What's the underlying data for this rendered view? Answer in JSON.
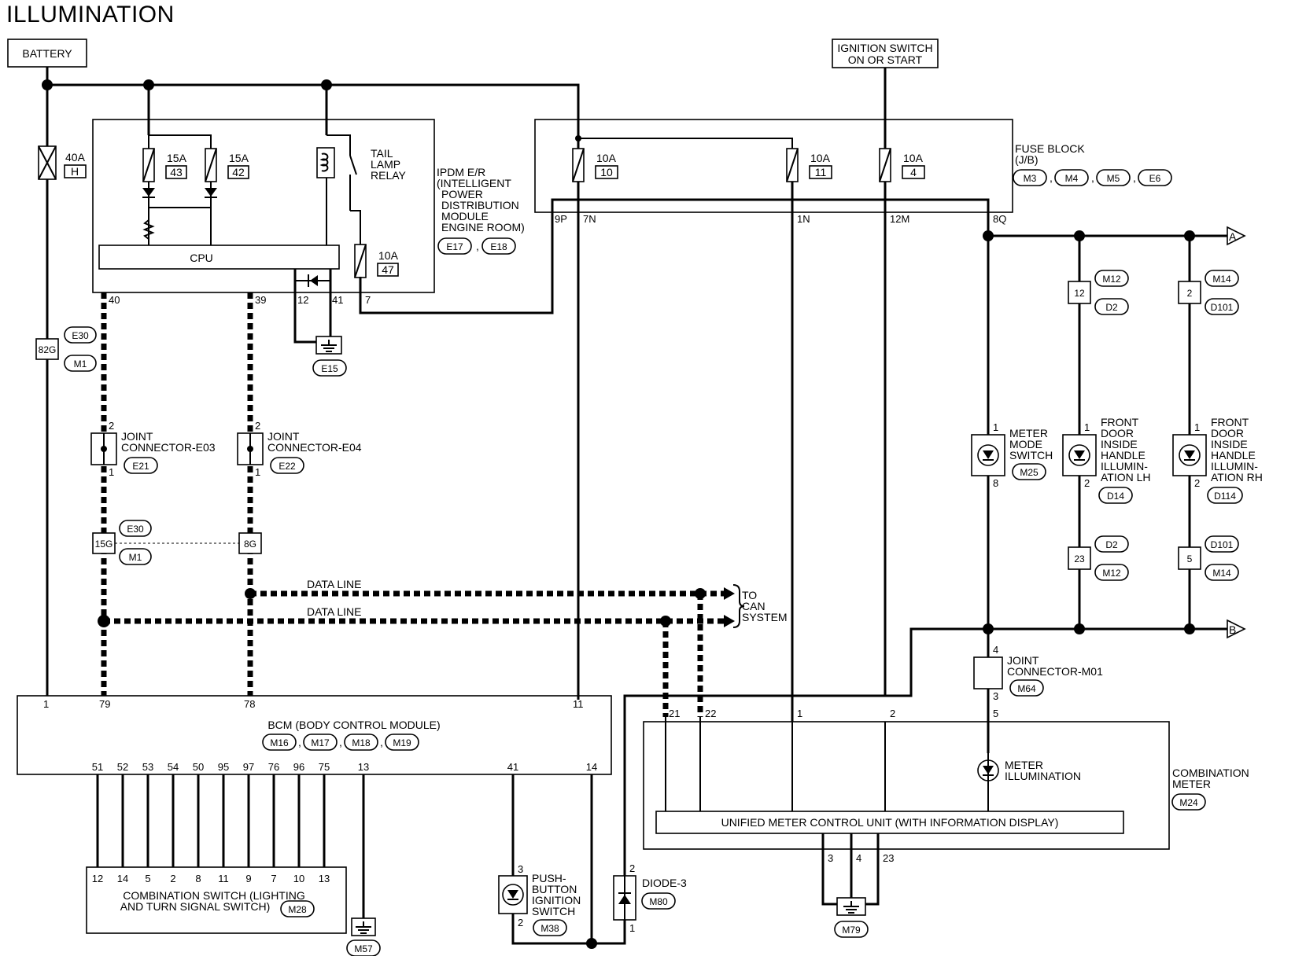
{
  "title": "ILLUMINATION",
  "battery": "BATTERY",
  "ignition": [
    "IGNITION SWITCH",
    "ON OR START"
  ],
  "fusible_link": {
    "amp": "40A",
    "id": "H"
  },
  "ipdm": {
    "fuse1": {
      "amp": "15A",
      "id": "43"
    },
    "fuse2": {
      "amp": "15A",
      "id": "42"
    },
    "fuse3": {
      "amp": "10A",
      "id": "47"
    },
    "relay": [
      "TAIL",
      "LAMP",
      "RELAY"
    ],
    "cpu": "CPU",
    "name": [
      "IPDM E/R",
      "(INTELLIGENT",
      "POWER",
      "DISTRIBUTION",
      "MODULE",
      "ENGINE ROOM)"
    ],
    "conn1": "E17",
    "sep": ",",
    "conn2": "E18",
    "pins": [
      "40",
      "39",
      "12",
      "41",
      "7"
    ],
    "ground": "E15"
  },
  "fuse_block": {
    "fuses": [
      {
        "amp": "10A",
        "id": "10"
      },
      {
        "amp": "10A",
        "id": "11"
      },
      {
        "amp": "10A",
        "id": "4"
      }
    ],
    "name": [
      "FUSE BLOCK",
      "(J/B)"
    ],
    "conns": [
      "M3",
      "M4",
      "M5",
      "E6"
    ],
    "pins": [
      "9P",
      "7N",
      "1N",
      "12M",
      "8Q"
    ]
  },
  "conn_82g": {
    "pin": "82G",
    "top": "E30",
    "bottom": "M1"
  },
  "conn_15g": {
    "pin1": "15G",
    "pin2": "8G",
    "top": "E30",
    "bottom": "M1"
  },
  "joint_e03": {
    "name": [
      "JOINT",
      "CONNECTOR-E03"
    ],
    "conn": "E21",
    "pin_top": "2",
    "pin_bottom": "1"
  },
  "joint_e04": {
    "name": [
      "JOINT",
      "CONNECTOR-E04"
    ],
    "conn": "E22",
    "pin_top": "2",
    "pin_bottom": "1"
  },
  "data_line": "DATA LINE",
  "can_label": [
    "TO",
    "CAN",
    "SYSTEM"
  ],
  "arrow_a": "A",
  "arrow_b": "B",
  "bcm": {
    "name": "BCM (BODY CONTROL MODULE)",
    "conns": [
      "M16",
      "M17",
      "M18",
      "M19"
    ],
    "top_pins": [
      "1",
      "79",
      "78",
      "11"
    ],
    "bottom_pins": [
      "51",
      "52",
      "53",
      "54",
      "50",
      "95",
      "97",
      "76",
      "96",
      "75",
      "13",
      "41",
      "14"
    ]
  },
  "combination_switch": {
    "pins": [
      "12",
      "14",
      "5",
      "2",
      "8",
      "11",
      "9",
      "7",
      "10",
      "13"
    ],
    "name": [
      "COMBINATION SWITCH (LIGHTING",
      "AND TURN SIGNAL SWITCH)"
    ],
    "conn": "M28"
  },
  "ground_m57": "M57",
  "push_button": {
    "name": [
      "PUSH-",
      "BUTTON",
      "IGNITION",
      "SWITCH"
    ],
    "conn": "M38",
    "pin_top": "3",
    "pin_bottom": "2"
  },
  "diode3": {
    "name": "DIODE-3",
    "conn": "M80",
    "pin_top": "2",
    "pin_bottom": "1"
  },
  "meter_mode": {
    "name": [
      "METER",
      "MODE",
      "SWITCH"
    ],
    "conn": "M25",
    "pin_top": "1",
    "pin_bottom": "8"
  },
  "door_lh": {
    "name": [
      "FRONT",
      "DOOR",
      "INSIDE",
      "HANDLE",
      "ILLUMIN-",
      "ATION LH"
    ],
    "conn": "D14",
    "pin_top": "1",
    "pin_bottom": "2",
    "c_top": {
      "pin": "12",
      "a": "M12",
      "b": "D2"
    },
    "c_bottom": {
      "pin": "23",
      "a": "D2",
      "b": "M12"
    }
  },
  "door_rh": {
    "name": [
      "FRONT",
      "DOOR",
      "INSIDE",
      "HANDLE",
      "ILLUMIN-",
      "ATION RH"
    ],
    "conn": "D114",
    "pin_top": "1",
    "pin_bottom": "2",
    "c_top": {
      "pin": "2",
      "a": "M14",
      "b": "D101"
    },
    "c_bottom": {
      "pin": "5",
      "a": "D101",
      "b": "M14"
    }
  },
  "joint_m01": {
    "name": [
      "JOINT",
      "CONNECTOR-M01"
    ],
    "conn": "M64",
    "pin_top": "4",
    "pin_bottom": "3"
  },
  "combination_meter": {
    "name": [
      "COMBINATION",
      "METER"
    ],
    "conn": "M24",
    "top_pins": [
      "21",
      "22",
      "1",
      "2",
      "5"
    ],
    "illum": [
      "METER",
      "ILLUMINATION"
    ],
    "unit": "UNIFIED METER CONTROL UNIT (WITH INFORMATION DISPLAY)",
    "bottom_pins": [
      "3",
      "4",
      "23"
    ],
    "ground": "M79"
  }
}
